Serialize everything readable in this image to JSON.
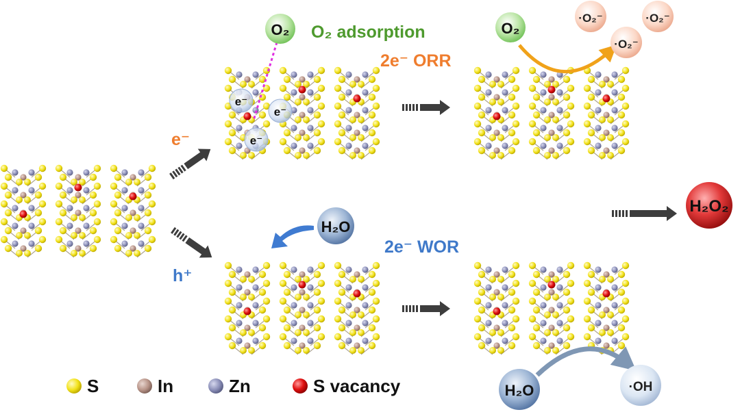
{
  "labels": {
    "o2_adsorption": "O₂ adsorption",
    "orr": "2e⁻ ORR",
    "wor": "2e⁻  WOR",
    "electron": "e⁻",
    "hole": "h⁺"
  },
  "molecules": {
    "o2": "O₂",
    "superoxide": "·O₂⁻",
    "h2o": "H₂O",
    "h2o2": "H₂O₂",
    "hydroxyl": "·OH"
  },
  "adsorbed_electron": "e⁻",
  "legend": [
    {
      "label": "S",
      "color": "#f2e21a"
    },
    {
      "label": "In",
      "color": "#b89488"
    },
    {
      "label": "Zn",
      "color": "#8b8fb8"
    },
    {
      "label": "S vacancy",
      "color": "#e01010"
    }
  ],
  "colors": {
    "adsorption_text": "#4e9a2e",
    "reduction_text": "#ef7d2e",
    "oxidation_text": "#3f79c9",
    "arrow": "#3d3d3d"
  }
}
